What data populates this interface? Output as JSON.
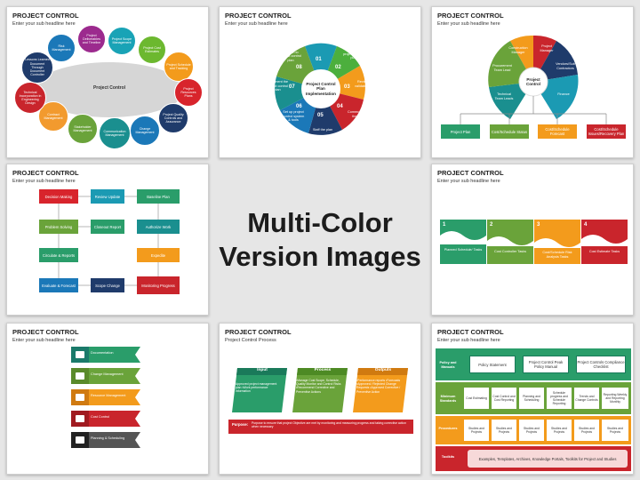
{
  "heading_line1": "Multi-Color",
  "heading_line2": "Version Images",
  "slides": {
    "s1": {
      "title": "PROJECT CONTROL",
      "subtitle": "Enter your sub headline here",
      "center": "Project Control",
      "items": [
        "Risk Management",
        "Project Deliverables and Timeline",
        "Project Scope Management",
        "Project Cost Estimates",
        "Project Schedule and Tracking",
        "Project Resources Plans",
        "Project Quality Controls and Assurance",
        "Change Management",
        "Communication Management",
        "Stakeholder Management",
        "Contract Management",
        "Technical Incorporation in Engineering Design",
        "Lessons Learned Document Through Document Controller"
      ]
    },
    "s2": {
      "title": "PROJECT CONTROL",
      "subtitle": "Enter your sub headline here",
      "center": "Project Control Plan Implementation",
      "items": [
        {
          "num": "01",
          "text": "Fund the plan"
        },
        {
          "num": "02",
          "text": "Develop a project control plan"
        },
        {
          "num": "03",
          "text": "Review & validate PCP"
        },
        {
          "num": "04",
          "text": "Communication the plan"
        },
        {
          "num": "05",
          "text": "Staff the plan"
        },
        {
          "num": "06",
          "text": "Set up project control system & tools"
        },
        {
          "num": "07",
          "text": "Implement the project control plan"
        },
        {
          "num": "08",
          "text": "Request revision to project control plan"
        }
      ]
    },
    "s3": {
      "title": "PROJECT CONTROL",
      "subtitle": "Enter your sub headline here",
      "center": "Project Control",
      "petals": [
        "Construction Manager",
        "Project Manager",
        "Vendors/Sub Contractors",
        "Finance",
        "Technical Team Leads",
        "Procurement Team Lead"
      ],
      "boxes": [
        "Project Plan",
        "Cost/Schedule Status",
        "Cost/Schedule Forecast",
        "Cost/Schedule Issues/Recovery Plan"
      ]
    },
    "s4": {
      "title": "PROJECT CONTROL",
      "subtitle": "Enter your sub headline here",
      "left": [
        "Decision Making",
        "Problem Solving",
        "Circulate & Reports",
        "Evaluate & Forecast"
      ],
      "middle": [
        "Review Update",
        "Closeout Report",
        "Scope Change"
      ],
      "right": [
        "Baseline Plan",
        "Authorize Work",
        "Expedite",
        "Monitoring Progress"
      ]
    },
    "s5": {
      "title": "PROJECT CONTROL",
      "subtitle": "Enter your sub headline here",
      "nums": [
        "1",
        "2",
        "3",
        "4"
      ],
      "labels": [
        "Planned Schedule/ Tasks",
        "Cost Controller Tasks",
        "Cost/Schedule Risk Analysis Tasks",
        "Cost Estimate Tasks"
      ]
    },
    "s6": {
      "title": "PROJECT CONTROL",
      "subtitle": "Enter your sub headline here",
      "items": [
        "Documentation",
        "Change Management",
        "Resource Management",
        "Cost Control",
        "Planning & Scheduling"
      ]
    },
    "s7": {
      "title": "PROJECT CONTROL",
      "subtitle": "Project Control Process",
      "heads": [
        "Input",
        "Process",
        "Outputs"
      ],
      "input_text": "Approved project management plan •Work performance information",
      "process_text": "•Manage Cost Scope, Schedule, Quality Monitor and Control Risks •Recommend Corrective and Preventive Actions",
      "output_text": "•Performance reports •Forecasts •Approved / Rejected Change Requests •Approved Corrective / Preventive Action",
      "purpose_label": "Purpose:",
      "purpose_text": "Purpose to ensure that project Objective are met by monitoring and measuring progress and taking corrective action when necessary"
    },
    "s8": {
      "title": "PROJECT CONTROL",
      "subtitle": "Enter your sub headline here",
      "row_labels": [
        "Policy and Manuals",
        "Minimum Standards",
        "Procedures",
        "Toolkits"
      ],
      "policy": [
        "Policy Statement",
        "Project Control Peak Policy Manual",
        "Project Controls Compliance Checklist"
      ],
      "standards": [
        "Cost Estimating",
        "Cost Control and Cost Reporting",
        "Planning and Scheduling",
        "Schedule progress and Schedule Reporting",
        "Trends and Change Controls",
        "Reporting Weekly and Reporting Monthly"
      ],
      "procedures": [
        "Studies and Projects",
        "Studies and Projects",
        "Studies and Projects",
        "Studies and Projects",
        "Studies and Projects",
        "Studies and Projects"
      ],
      "toolkit": "Examples, Templates, Archives, Knowledge Portals, Toolkits for Project and Studies"
    }
  }
}
